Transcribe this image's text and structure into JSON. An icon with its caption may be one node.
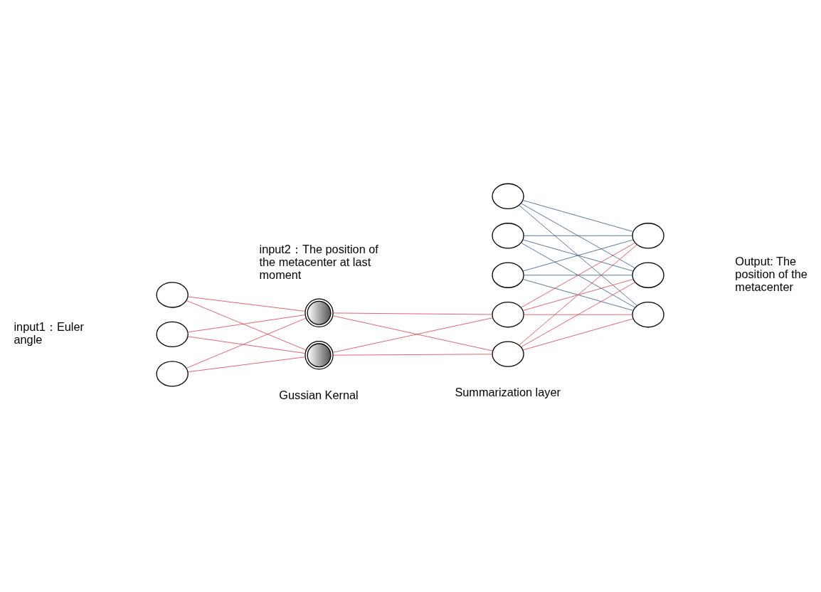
{
  "diagram": {
    "nodes": [
      {
        "text": [],
        "shape": "circle"
      },
      {
        "text": [],
        "shape": "circle"
      },
      {
        "text": [],
        "shape": "circle"
      },
      {
        "text": [],
        "shape": "circle"
      },
      {
        "text": [],
        "shape": "circle"
      },
      {
        "text": [],
        "shape": "circle"
      },
      {
        "text": [],
        "shape": "circle"
      },
      {
        "text": [],
        "shape": "circle"
      },
      {
        "text": [],
        "shape": "circle"
      },
      {
        "text": [],
        "shape": "circle"
      },
      {
        "text": [],
        "shape": "circle"
      },
      {
        "text": [],
        "shape": "circle"
      },
      {
        "text": [],
        "shape": "circle"
      }
    ],
    "edges": [
      {
        "from": 0,
        "to": 3,
        "arrow": "none"
      },
      {
        "from": 0,
        "to": 4,
        "arrow": "none"
      },
      {
        "from": 1,
        "to": 3,
        "arrow": "none"
      },
      {
        "from": 1,
        "to": 4,
        "arrow": "none"
      },
      {
        "from": 2,
        "to": 3,
        "arrow": "none"
      },
      {
        "from": 2,
        "to": 4,
        "arrow": "none"
      },
      {
        "from": 3,
        "to": 8,
        "arrow": "none"
      },
      {
        "from": 3,
        "to": 9,
        "arrow": "none"
      },
      {
        "from": 4,
        "to": 8,
        "arrow": "none"
      },
      {
        "from": 4,
        "to": 9,
        "arrow": "none"
      },
      {
        "from": 5,
        "to": 10,
        "arrow": "none",
        "color": "#2f5a8a"
      },
      {
        "from": 5,
        "to": 11,
        "arrow": "none",
        "color": "#2f5a8a"
      },
      {
        "from": 5,
        "to": 12,
        "arrow": "none",
        "color": "#2f5a8a"
      },
      {
        "from": 6,
        "to": 10,
        "arrow": "none",
        "color": "#2f5a8a"
      },
      {
        "from": 6,
        "to": 11,
        "arrow": "none",
        "color": "#2f5a8a"
      },
      {
        "from": 6,
        "to": 12,
        "arrow": "none",
        "color": "#2f5a8a"
      },
      {
        "from": 7,
        "to": 10,
        "arrow": "none",
        "color": "#2f5a8a"
      },
      {
        "from": 7,
        "to": 11,
        "arrow": "none",
        "color": "#2f5a8a"
      },
      {
        "from": 7,
        "to": 12,
        "arrow": "none",
        "color": "#2f5a8a"
      },
      {
        "from": 8,
        "to": 10,
        "arrow": "none"
      },
      {
        "from": 8,
        "to": 11,
        "arrow": "none"
      },
      {
        "from": 8,
        "to": 12,
        "arrow": "none"
      },
      {
        "from": 9,
        "to": 10,
        "arrow": "none"
      },
      {
        "from": 9,
        "to": 11,
        "arrow": "none"
      },
      {
        "from": 9,
        "to": 12,
        "arrow": "none"
      }
    ],
    "labels": [
      "input2：The position of the metacenter at last moment",
      "input1：Euler angle",
      "Output: The position of the metacenter",
      "Gussian Kernal",
      "Summarization layer"
    ]
  }
}
